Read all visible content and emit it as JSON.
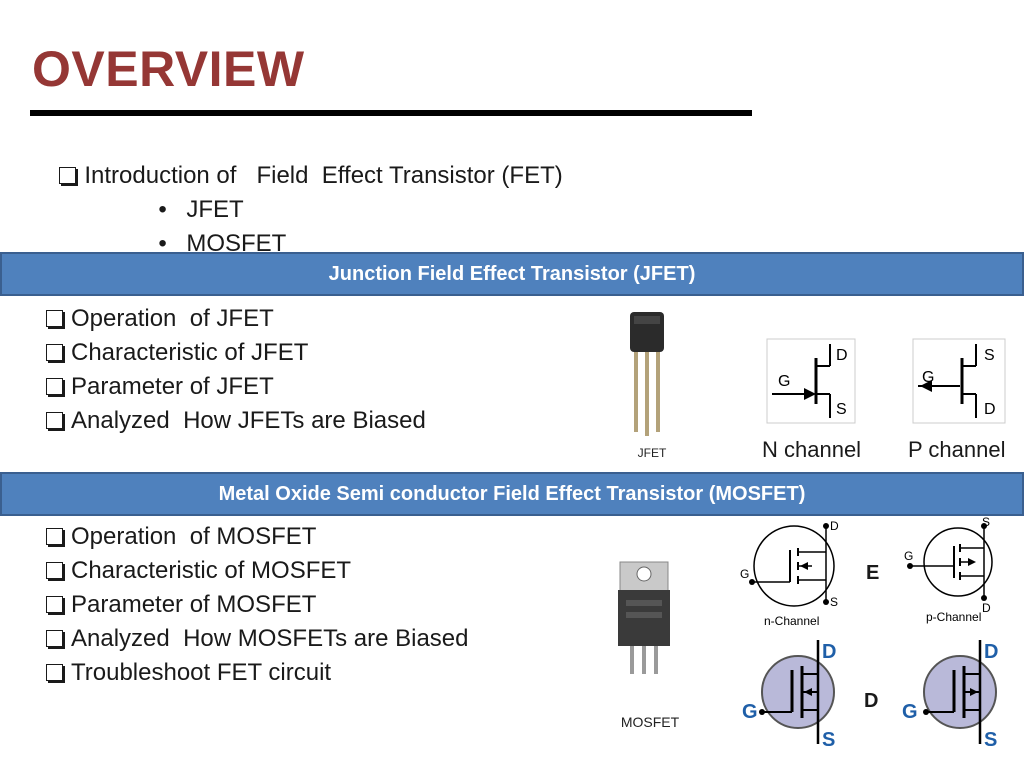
{
  "title": "OVERVIEW",
  "intro": {
    "heading": "Introduction of   Field  Effect Transistor (FET)",
    "bullets": [
      "JFET",
      "MOSFET"
    ]
  },
  "jfet_section": {
    "banner": "Junction Field Effect Transistor (JFET)",
    "items": [
      "Operation  of JFET",
      "Characteristic of JFET",
      "Parameter of JFET",
      "Analyzed  How JFETs are Biased"
    ],
    "photo_label": "JFET",
    "symbol_labels": {
      "gate": "G",
      "drain": "D",
      "source": "S"
    },
    "n_channel_caption": "N channel",
    "p_channel_caption": "P channel"
  },
  "mosfet_section": {
    "banner": "Metal Oxide Semi conductor Field Effect Transistor (MOSFET)",
    "items": [
      "Operation  of MOSFET",
      "Characteristic of MOSFET",
      "Parameter of MOSFET",
      "Analyzed  How MOSFETs are Biased",
      "Troubleshoot FET circuit"
    ],
    "photo_label": "MOSFET",
    "enhancement_label": "E",
    "depletion_label": "D",
    "n_channel_caption": "n-Channel",
    "p_channel_caption": "p-Channel",
    "symbol_labels": {
      "gate": "G",
      "drain": "D",
      "source": "S"
    }
  },
  "colors": {
    "title": "#953735",
    "banner": "#4f81bd",
    "symbol_blue": "#1f5fa8",
    "circle_fill": "#b9b9d9"
  }
}
